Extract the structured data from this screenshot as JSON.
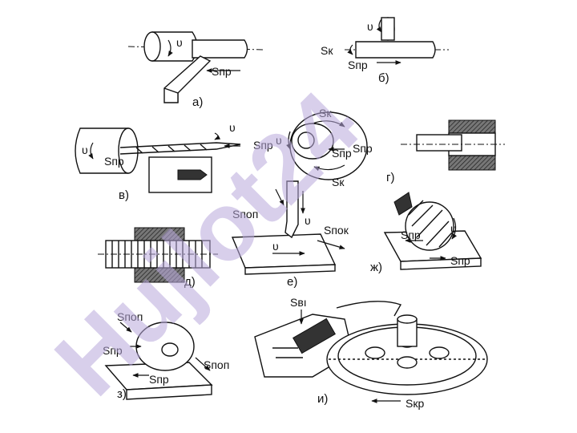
{
  "watermark": "Hujlot24",
  "panels": {
    "a": {
      "caption": "а)",
      "labels": {
        "v": "υ",
        "feed": "Sпр"
      }
    },
    "b": {
      "caption": "б)",
      "labels": {
        "v": "υ",
        "circular": "Sк",
        "feed": "Sпр"
      }
    },
    "v": {
      "caption": "в)",
      "labels": {
        "v_work": "υ",
        "feed_work": "Sпр",
        "v_tool": "υ",
        "feed_tool": "Sпр"
      }
    },
    "g": {
      "caption": "г)",
      "labels": {
        "circular_top": "Sк",
        "v": "υ",
        "feed_a": "Sпр",
        "feed_b": "Sпр",
        "circular_bottom": "Sк"
      }
    },
    "d": {
      "caption": "д)"
    },
    "e": {
      "caption": "е)",
      "labels": {
        "cross_feed": "Sпоп",
        "v_tool": "υ",
        "long_feed": "Sпок",
        "v_table": "υ"
      }
    },
    "zh": {
      "caption": "ж)",
      "labels": {
        "feed_cutter": "Sпр",
        "v": "υ",
        "feed_table": "Sпр"
      }
    },
    "z": {
      "caption": "з)",
      "labels": {
        "cross_top": "Sпоп",
        "feed_wheel": "Sпр",
        "feed_table": "Sпр",
        "cross_side": "Sпоп"
      }
    },
    "i": {
      "caption": "и)",
      "labels": {
        "vertical": "Sвı",
        "circular": "Sкр"
      }
    }
  }
}
